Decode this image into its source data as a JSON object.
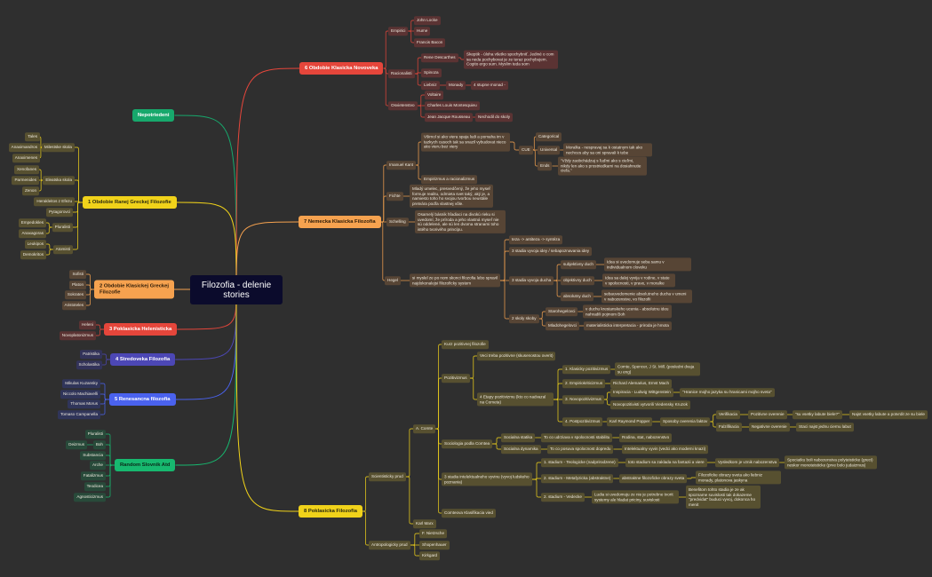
{
  "root": {
    "label": "Filozofia - delenie stories"
  },
  "branches": [
    {
      "label": "Nepotriedeni",
      "color": "#17a86c",
      "text_color": "#ffffff",
      "node_bg": "#284a3a",
      "children": []
    },
    {
      "label": "6 Obdobie Klasicka Novoveka",
      "color": "#e5463b",
      "text_color": "#ffffff",
      "node_bg": "#5b3333",
      "children": [
        {
          "label": "Empirici",
          "children": [
            {
              "label": "John Locke"
            },
            {
              "label": "Hume"
            },
            {
              "label": "Francis Bacon"
            }
          ]
        },
        {
          "label": "Racionalisti",
          "children": [
            {
              "label": "Rene Descarthes",
              "children": [
                {
                  "label": "Skeptik - úloha všetko spochybniť. Jediné o com sa neda pochybovat je ze teraz pochybujem. Cogito ergo sum. Myslim teda som"
                }
              ]
            },
            {
              "label": "Spinoza"
            },
            {
              "label": "Liebniz",
              "children": [
                {
                  "label": "Monady",
                  "children": [
                    {
                      "label": "4 stupne monad -"
                    }
                  ]
                }
              ]
            }
          ]
        },
        {
          "label": "Osvietenstvo",
          "children": [
            {
              "label": "Voltaire"
            },
            {
              "label": "Charles Louis Montesquieu"
            },
            {
              "label": "Jean Jacque Rousseau",
              "children": [
                {
                  "label": "Nechodil do skoly"
                }
              ]
            }
          ]
        }
      ]
    },
    {
      "label": "1 Obdobie Ranej Greckej Filozofie",
      "color": "#f0d21a",
      "text_color": "#2a2a10",
      "node_bg": "#575030",
      "children": [
        {
          "label": "Milestske skola",
          "children": [
            {
              "label": "Tales"
            },
            {
              "label": "Anaximandros"
            },
            {
              "label": "Anaximenes"
            }
          ]
        },
        {
          "label": "Eleatska skola",
          "children": [
            {
              "label": "Xenofanes"
            },
            {
              "label": "Parmenides"
            },
            {
              "label": "Zenon"
            }
          ]
        },
        {
          "label": "Herakleitos z Efezu"
        },
        {
          "label": "Pytagorovci"
        },
        {
          "label": "Pluralisti",
          "children": [
            {
              "label": "Empedokles"
            },
            {
              "label": "Anaxagoras"
            }
          ]
        },
        {
          "label": "Atomisti",
          "children": [
            {
              "label": "Leukipos"
            },
            {
              "label": "Demokritos"
            }
          ]
        }
      ]
    },
    {
      "label": "7 Nemecka Klasicka Filozofia",
      "color": "#f6a24f",
      "text_color": "#2a1a08",
      "node_bg": "#574535",
      "children": [
        {
          "label": "Imanuel Kant",
          "children": [
            {
              "label": "Všimol si ako viera spaja ludi a pomaha im v tazkych casoch tak sa snazil vybudovat nieco ako vieru bez viery",
              "children": [
                {
                  "label": "CUE",
                  "children": [
                    {
                      "label": "Categorical"
                    },
                    {
                      "label": "Universal",
                      "children": [
                        {
                          "label": "Moralka - nespravaj sa k ostatnym tak ako nechces aby sa oni spravali k tebe"
                        }
                      ]
                    },
                    {
                      "label": "Ends",
                      "children": [
                        {
                          "label": "\"Vždy zaobchádzaj s ľuďmi ako s cieľmi, nikdy len ako s prostriedkami na dosiahnutie cieľa.\""
                        }
                      ]
                    }
                  ]
                }
              ]
            },
            {
              "label": "Empirizmus a racionalizmus"
            }
          ]
        },
        {
          "label": "Fichte",
          "children": [
            {
              "label": "Mladý umelec, presvedčený, že jeho myseľ formuje realitu, odmieta svet taký, aký je, a namiesto toho ho svojou tvorbou neustále pretvára podľa vlastnej vôle."
            }
          ]
        },
        {
          "label": "Schelling",
          "children": [
            {
              "label": "Osamelý básnik hľadiaci na divokú rieku si uvedomí, že príroda a jeho vlastná myseľ nie sú oddelené, ale sú len dvoma stranami toho istého tvorivého princípu."
            }
          ]
        },
        {
          "label": "Hegel",
          "children": [
            {
              "label": "si myslel ze po nom skonci filozofia lebo spravil najdokonalejsi filozoficky system",
              "children": [
                {
                  "label": "teza -> antiteza -> syntéza"
                },
                {
                  "label": "3 stadia vyvoja idey / sebapoznavania idey"
                },
                {
                  "label": "3 stadia vyvoja ducha",
                  "children": [
                    {
                      "label": "subjektivny duch",
                      "children": [
                        {
                          "label": "Idea si uvedomuje seba samu v individualnom cloveku"
                        }
                      ]
                    },
                    {
                      "label": "objektivny duch",
                      "children": [
                        {
                          "label": "Idea sa dalej vyvija v rodine, v state v spolocnosti, v prave, v moralke"
                        }
                      ]
                    },
                    {
                      "label": "absolutny duch",
                      "children": [
                        {
                          "label": "sebauvedomenie absolutneho ducha v umeni v nabozenstve, vo filozofii"
                        }
                      ]
                    }
                  ]
                },
                {
                  "label": "2 skoly skoby",
                  "children": [
                    {
                      "label": "Starohegelovci",
                      "children": [
                        {
                          "label": "v duchu krestanskeho ucenia - absolutnu ideu nahradili pojmom Boh"
                        }
                      ]
                    },
                    {
                      "label": "Mladohegelovci",
                      "children": [
                        {
                          "label": "materialisticka interpretacia - priroda je hmota"
                        }
                      ]
                    }
                  ]
                }
              ]
            }
          ]
        }
      ]
    },
    {
      "label": "2 Obdobie Klasickej Greckej Filozofie",
      "color": "#f6a24f",
      "text_color": "#2a1a08",
      "node_bg": "#574535",
      "children": [
        {
          "label": "Sofisti"
        },
        {
          "label": "Platon"
        },
        {
          "label": "Sokrates"
        },
        {
          "label": "Aristoteles"
        }
      ]
    },
    {
      "label": "3 Poklasicka Helenisticka",
      "color": "#e5463b",
      "text_color": "#ffffff",
      "node_bg": "#5b3333",
      "children": [
        {
          "label": "Heleni"
        },
        {
          "label": "Novoplatonizmus"
        }
      ]
    },
    {
      "label": "4 Stredoveka Filozofia",
      "color": "#4c47b5",
      "text_color": "#ffffff",
      "node_bg": "#33335a",
      "children": [
        {
          "label": "Patristika"
        },
        {
          "label": "Scholastika"
        }
      ]
    },
    {
      "label": "5 Renesancna filozofia",
      "color": "#4a62ee",
      "text_color": "#ffffff",
      "node_bg": "#30355a",
      "children": [
        {
          "label": "Mikulas Kuzansky"
        },
        {
          "label": "Niccolo Machiavelli"
        },
        {
          "label": "Thomas Morus"
        },
        {
          "label": "Tomaso Campanella"
        }
      ]
    },
    {
      "label": "Random Slovnik Atd",
      "color": "#17b86f",
      "text_color": "#0b2a1a",
      "node_bg": "#284a3a",
      "children": [
        {
          "label": "Pluralisti"
        },
        {
          "label": "Boh",
          "children": [
            {
              "label": "Deizmus"
            }
          ]
        },
        {
          "label": "Substancia"
        },
        {
          "label": "Arche"
        },
        {
          "label": "Fatalizmus"
        },
        {
          "label": "Teodicea"
        },
        {
          "label": "Agnosticizmus"
        }
      ]
    },
    {
      "label": "8 Poklasicka Filozofia",
      "color": "#f0d21a",
      "text_color": "#2a2a10",
      "node_bg": "#575030",
      "children": [
        {
          "label": "Scientisticky prud",
          "children": [
            {
              "label": "A. Comte",
              "children": [
                {
                  "label": "Kurz pozitivnej filozofie"
                },
                {
                  "label": "Pozitivizmus",
                  "children": [
                    {
                      "label": "Veci treba pozitivne (skusenostou overit)"
                    },
                    {
                      "label": "4 Etapy pozitivizmu  (kto co nadvazal na Cometa)",
                      "children": [
                        {
                          "label": "1. Klasicky pozitivizmus",
                          "children": [
                            {
                              "label": "Comte, Spencer, J St. Mill. (posledni dvaja su eng)"
                            }
                          ]
                        },
                        {
                          "label": "2. Empiriokriticizmus",
                          "children": [
                            {
                              "label": "Richard Alemarius, Ernst Mach"
                            }
                          ]
                        },
                        {
                          "label": "3. Novopozitivizmus",
                          "children": [
                            {
                              "label": "Inspiracia - Ludwig Wittgenstein",
                              "children": [
                                {
                                  "label": "\"Hranice mojho jazyka su hranicami mojho sveta\""
                                }
                              ]
                            },
                            {
                              "label": "Novopozitivisti vytvorili Viedensky Kruzok"
                            }
                          ]
                        },
                        {
                          "label": "4. Postpozitivizmus",
                          "children": [
                            {
                              "label": "Karl Raymond Popper",
                              "children": [
                                {
                                  "label": "Sposoby overenia faktov",
                                  "children": [
                                    {
                                      "label": "Verifikacia",
                                      "children": [
                                        {
                                          "label": "Pozitivne overenie",
                                          "children": [
                                            {
                                              "label": "\"su vsetky labute biele?\"",
                                              "children": [
                                                {
                                                  "label": "Najst vsetky labute a potvrdit ze su biele"
                                                }
                                              ]
                                            }
                                          ]
                                        }
                                      ]
                                    },
                                    {
                                      "label": "Falzifikacia",
                                      "children": [
                                        {
                                          "label": "Negativne overenie",
                                          "children": [
                                            {
                                              "label": "Staci najst jednu ciernu labut"
                                            }
                                          ]
                                        }
                                      ]
                                    }
                                  ]
                                }
                              ]
                            }
                          ]
                        }
                      ]
                    }
                  ]
                },
                {
                  "label": "Sociologia podla Comtea",
                  "children": [
                    {
                      "label": "Socialna statika",
                      "children": [
                        {
                          "label": "To co udrziava v spolocnosti stabilitu",
                          "children": [
                            {
                              "label": "Rodina, stat, nabozenstvo"
                            }
                          ]
                        }
                      ]
                    },
                    {
                      "label": "Socialna dynamika",
                      "children": [
                        {
                          "label": "To co posuva spolocnost dopredu",
                          "children": [
                            {
                              "label": "Intelektualny vyvin (vedci ako moderni knazi)"
                            }
                          ]
                        }
                      ]
                    }
                  ]
                },
                {
                  "label": "3 stadia intelektualneho vyvinu (vyvoj ludskeho poznania)",
                  "children": [
                    {
                      "label": "1. stadium - Teologicke (nadprirodzene)",
                      "children": [
                        {
                          "label": "toto stadium sa zaklada na fantazii a viere",
                          "children": [
                            {
                              "label": "Vysledkom je vznik nabozenstva",
                              "children": [
                                {
                                  "label": "Spociatku boli nabozenstva polyteisticke (greci) neskor monoteisticke (prve bolo judaizmus)"
                                }
                              ]
                            }
                          ]
                        }
                      ]
                    },
                    {
                      "label": "2. stadium - Metafyzicka (abstraktne)",
                      "children": [
                        {
                          "label": "abstraktne filozoficke obrazy sveta",
                          "children": [
                            {
                              "label": "Filozoficke obrazy sveta ako liebniz monady, platonova jaskyna"
                            }
                          ]
                        }
                      ]
                    },
                    {
                      "label": "2. stadium - Vedecke",
                      "children": [
                        {
                          "label": "Ludia si uvedomuju ze nie je potrebne tvorit systemy ale hladat priciny, suvislosti",
                          "children": [
                            {
                              "label": "Benefitom tohto stadia je ze ak spozname suvislosti tak dokazeme \"predvidat\" buduci vyvoj, dokonca ho menit"
                            }
                          ]
                        }
                      ]
                    }
                  ]
                },
                {
                  "label": "Comteova Klasifikacia vied"
                }
              ]
            },
            {
              "label": "Karl Marx"
            }
          ]
        },
        {
          "label": "Antropologicky prud",
          "children": [
            {
              "label": "F. Nietzsche"
            },
            {
              "label": "Shopenhauer"
            },
            {
              "label": "Kirkgard"
            }
          ]
        }
      ]
    }
  ]
}
